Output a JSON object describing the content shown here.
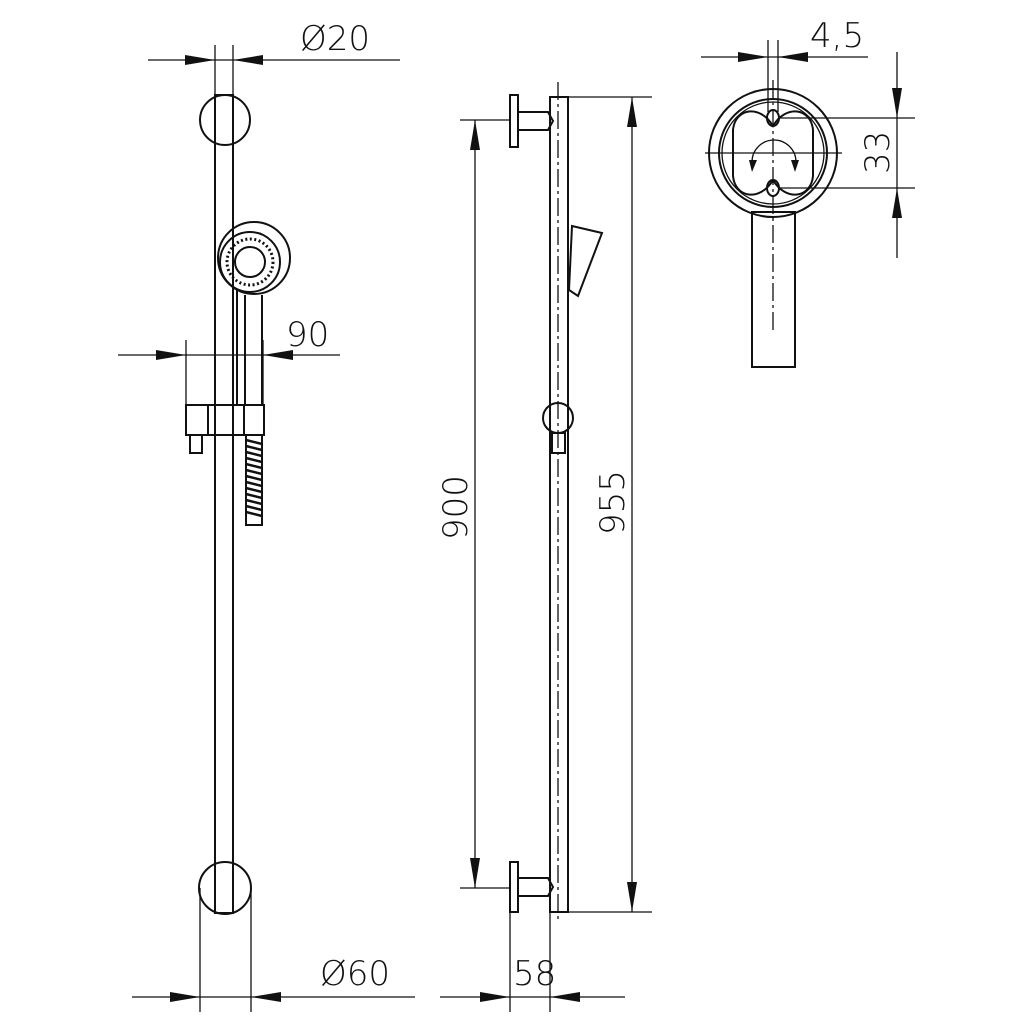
{
  "drawing": {
    "front_view": {
      "rail_diameter_label": "Ø20",
      "head_offset_label": "90",
      "wall_plate_diameter_label": "Ø60"
    },
    "side_view": {
      "fixing_distance_label": "900",
      "total_length_label": "955",
      "wall_projection_label": "58"
    },
    "top_detail": {
      "slot_width_label": "4,5",
      "hole_distance_label": "33"
    }
  }
}
